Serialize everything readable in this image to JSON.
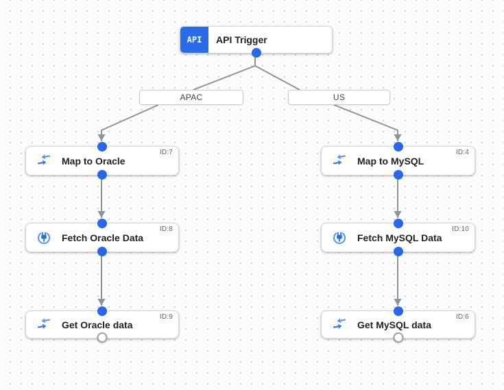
{
  "diagram": {
    "trigger": {
      "badge": "API",
      "label": "API Trigger"
    },
    "branches": [
      {
        "label": "APAC"
      },
      {
        "label": "US"
      }
    ],
    "nodes": [
      {
        "label": "Map to Oracle",
        "id_label": "ID:7",
        "icon": "data-mapping-icon"
      },
      {
        "label": "Fetch Oracle Data",
        "id_label": "ID:8",
        "icon": "connector-icon"
      },
      {
        "label": "Get Oracle data",
        "id_label": "ID:9",
        "icon": "data-mapping-icon"
      },
      {
        "label": "Map to MySQL",
        "id_label": "ID:4",
        "icon": "data-mapping-icon"
      },
      {
        "label": "Fetch MySQL Data",
        "id_label": "ID:10",
        "icon": "connector-icon"
      },
      {
        "label": "Get MySQL data",
        "id_label": "ID:6",
        "icon": "data-mapping-icon"
      }
    ]
  },
  "colors": {
    "accent_blue": "#2a6be8",
    "dot_blue": "#2767e8",
    "icon_blue": "#4285f4",
    "icon_blue_light": "#5c95f2",
    "edge_gray": "#8e9399",
    "node_border": "#d5d8dc",
    "node_text": "#202124",
    "id_text": "#5f6368",
    "branch_text": "#3c4043",
    "canvas_bg": "#fcfcfd",
    "canvas_dot": "#d2d4d8"
  }
}
